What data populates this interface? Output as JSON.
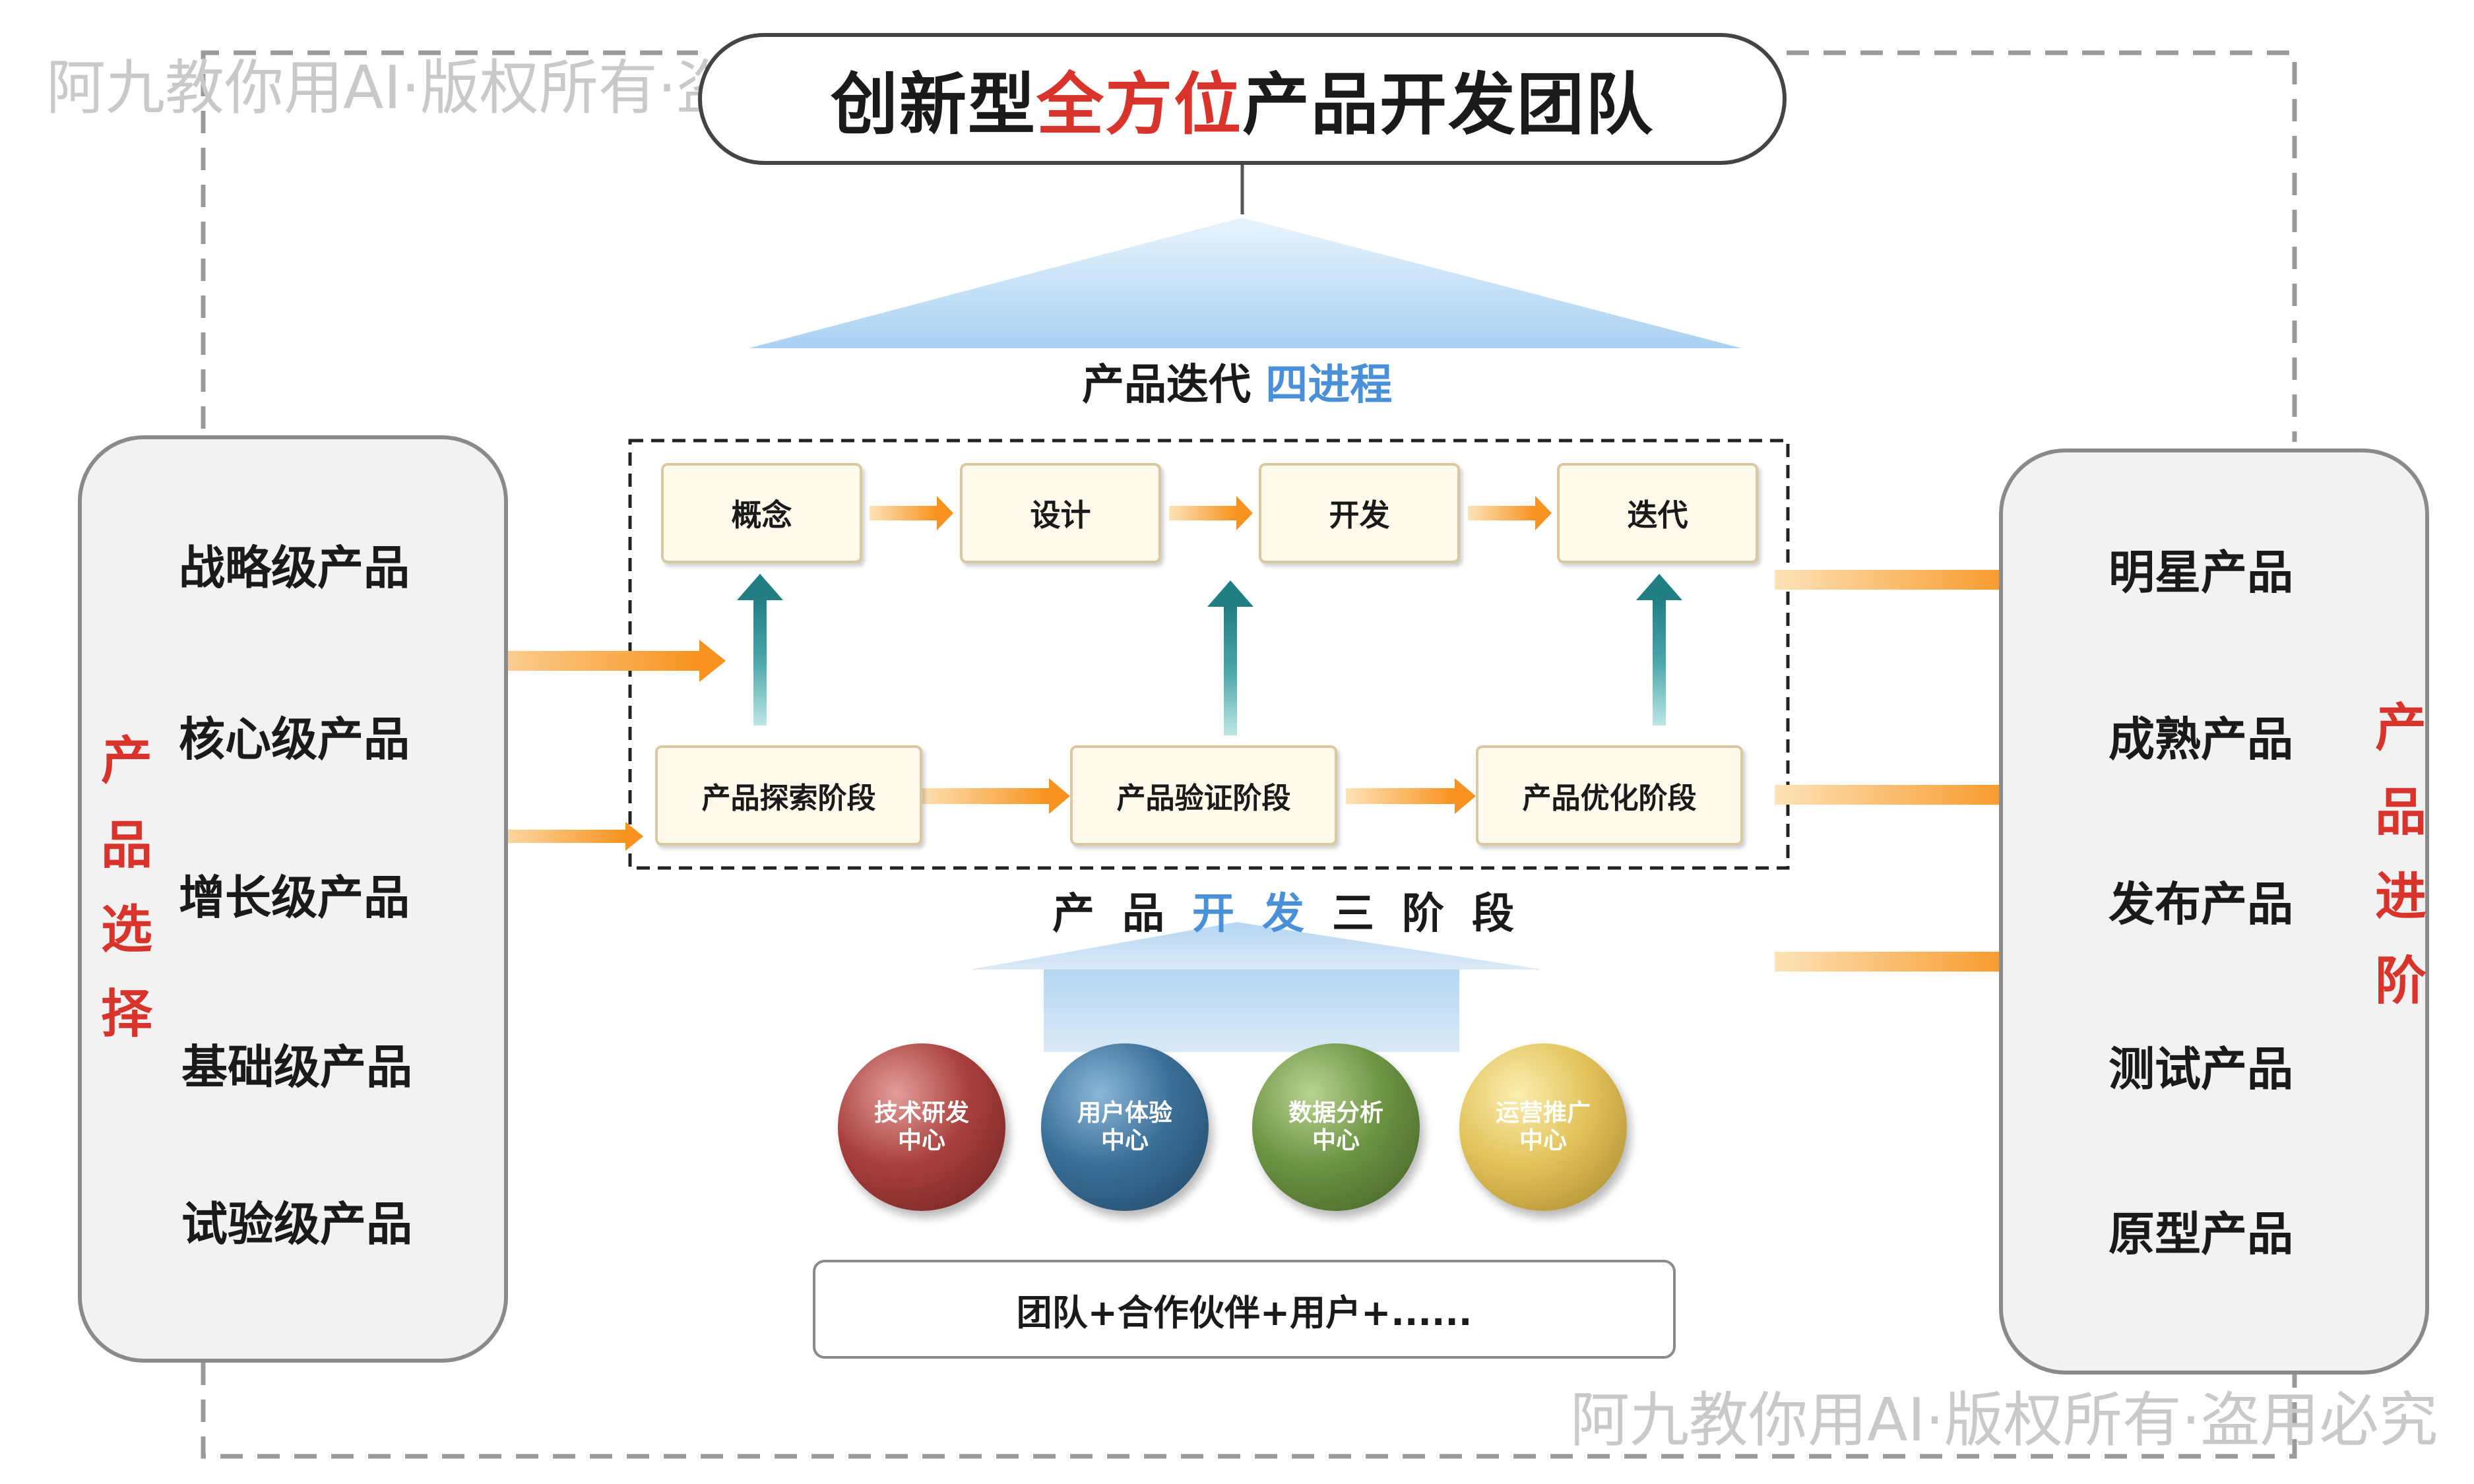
{
  "title": {
    "prefix": "创新型",
    "highlight": "全方位",
    "suffix": "产品开发团队"
  },
  "iteration": {
    "label_main": "产品迭代",
    "label_accent": "四进程",
    "stages": [
      "概念",
      "设计",
      "开发",
      "迭代"
    ]
  },
  "development": {
    "phases": [
      "产品探索阶段",
      "产品验证阶段",
      "产品优化阶段"
    ],
    "label_part1": "产品",
    "label_accent": "开发",
    "label_part2": "三阶段"
  },
  "selection": {
    "label": [
      "产",
      "品",
      "选",
      "择"
    ],
    "levels": [
      "战略级产品",
      "核心级产品",
      "增长级产品",
      "基础级产品",
      "试验级产品"
    ]
  },
  "advancement": {
    "label": [
      "产",
      "品",
      "进",
      "阶"
    ],
    "levels": [
      "明星产品",
      "成熟产品",
      "发布产品",
      "测试产品",
      "原型产品"
    ]
  },
  "centers": [
    {
      "line1": "技术研发",
      "line2": "中心"
    },
    {
      "line1": "用户体验",
      "line2": "中心"
    },
    {
      "line1": "数据分析",
      "line2": "中心"
    },
    {
      "line1": "运营推广",
      "line2": "中心"
    }
  ],
  "team": "团队+合作伙伴+用户+......",
  "watermark": "阿九教你用AI·版权所有·盗用必究",
  "colors": {
    "accent_red": "#d9342b",
    "accent_blue": "#4a90d9",
    "arrow_orange": "#f7931e",
    "arrow_teal": "#2a8a8e"
  }
}
